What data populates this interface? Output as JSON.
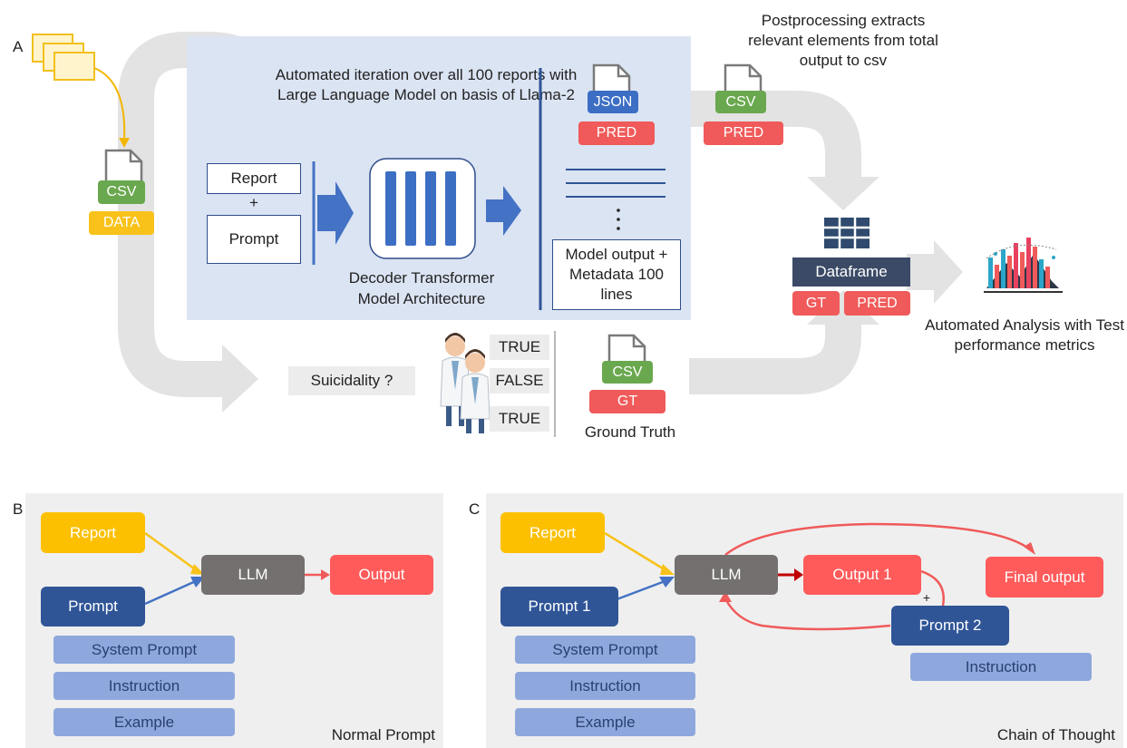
{
  "panels": {
    "a": "A",
    "b": "B",
    "c": "C"
  },
  "top": {
    "iteration_text": "Automated iteration over all 100 reports with Large Language Model on basis of Llama-2",
    "report": "Report",
    "plus": "+",
    "prompt": "Prompt",
    "arch_line1": "Decoder Transformer",
    "arch_line2": "Model Architecture",
    "model_output": "Model output + Metadata 100 lines",
    "json": "JSON",
    "pred": "PRED",
    "csv": "CSV",
    "data": "DATA",
    "gt": "GT",
    "postprocessing": "Postprocessing extracts relevant elements from total output to csv",
    "dataframe": "Dataframe",
    "analysis": "Automated Analysis with Test performance metrics",
    "suicidality": "Suicidality ?",
    "labels": [
      "TRUE",
      "FALSE",
      "TRUE"
    ],
    "ground_truth": "Ground Truth"
  },
  "panel_b": {
    "report": "Report",
    "prompt": "Prompt",
    "llm": "LLM",
    "output": "Output",
    "sub_items": [
      "System Prompt",
      "Instruction",
      "Example"
    ],
    "caption": "Normal Prompt"
  },
  "panel_c": {
    "report": "Report",
    "prompt1": "Prompt 1",
    "llm": "LLM",
    "output1": "Output 1",
    "plus": "+",
    "prompt2": "Prompt 2",
    "final_output": "Final output",
    "sub_items": [
      "System Prompt",
      "Instruction",
      "Example"
    ],
    "instruction2": "Instruction",
    "caption": "Chain of Thought"
  },
  "colors": {
    "blue_panel": "#dbe4f3",
    "csv_green": "#6aa84f",
    "pred_red": "#f05a5a",
    "data_yellow": "#f8c21a",
    "json_blue": "#3c6ec4",
    "llm_gray": "#707070",
    "prompt_navy": "#2f5597",
    "sub_blue": "#8ea8dd"
  }
}
